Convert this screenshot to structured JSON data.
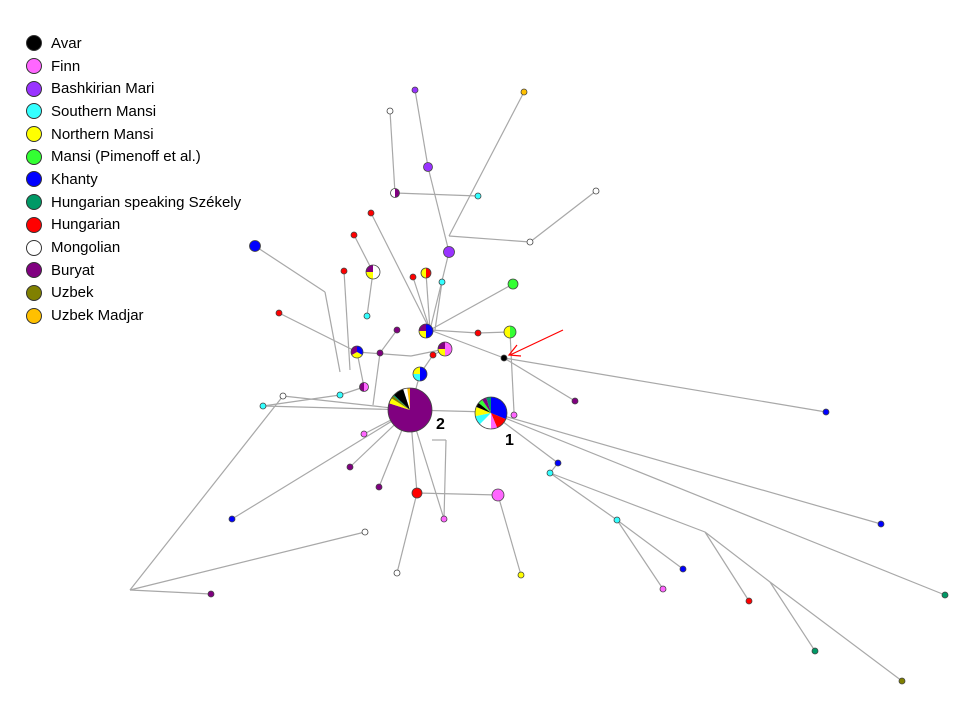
{
  "legend": {
    "items": [
      {
        "label": "Avar",
        "color": "#000000"
      },
      {
        "label": "Finn",
        "color": "#ff66ff"
      },
      {
        "label": "Bashkirian Mari",
        "color": "#9933ff"
      },
      {
        "label": "Southern Mansi",
        "color": "#33ffff"
      },
      {
        "label": "Northern Mansi",
        "color": "#ffff00"
      },
      {
        "label": "Mansi (Pimenoff et al.)",
        "color": "#33ff33"
      },
      {
        "label": "Khanty",
        "color": "#0000ff"
      },
      {
        "label": "Hungarian speaking Székely",
        "color": "#009966"
      },
      {
        "label": "Hungarian",
        "color": "#ff0000"
      },
      {
        "label": "Mongolian",
        "color": "#ffffff"
      },
      {
        "label": "Buryat",
        "color": "#800080"
      },
      {
        "label": "Uzbek",
        "color": "#808000"
      },
      {
        "label": "Uzbek Madjar",
        "color": "#ffc000"
      }
    ]
  },
  "clusters": {
    "label_1": "1",
    "label_2": "2"
  },
  "annotation": {
    "arrow_color": "#ff0000"
  }
}
